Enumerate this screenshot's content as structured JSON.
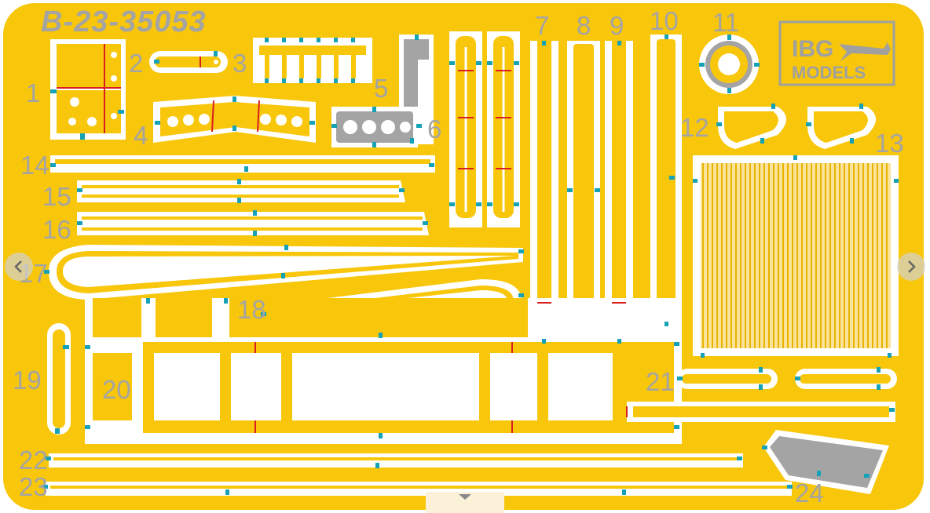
{
  "sheet": {
    "code": "B-23-35053",
    "brand": {
      "line1": "IBG",
      "line2": "MODELS"
    },
    "part_numbers": [
      "1",
      "2",
      "3",
      "4",
      "5",
      "6",
      "7",
      "8",
      "9",
      "10",
      "11",
      "12",
      "13",
      "14",
      "15",
      "16",
      "17",
      "18",
      "19",
      "20",
      "21",
      "22",
      "23",
      "24"
    ]
  },
  "colors": {
    "fret": "#f8c60b",
    "cutout": "#ffffff",
    "sprue_gate": "#16a2b6",
    "fold_line": "#d91f1f",
    "gray_part": "#a4a4a4",
    "label": "#a4a4a4"
  },
  "viewer": {
    "prev_icon": "chevron-left-icon",
    "next_icon": "chevron-right-icon",
    "pager_icon": "caret-down-icon"
  }
}
